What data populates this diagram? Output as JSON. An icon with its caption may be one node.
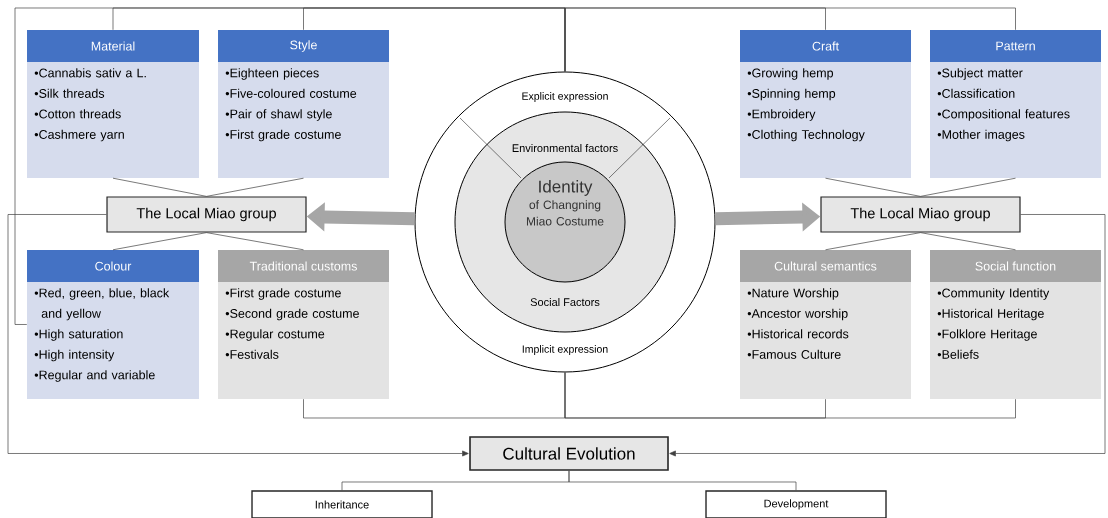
{
  "diagram": {
    "nodes": [
      {
        "text": [
          "Material",
          "•Cannabis sativ a L.",
          "•Silk threads",
          "•Cotton threads",
          "•Cashmere yarn"
        ]
      },
      {
        "text": [
          "Style",
          "•Eighteen pieces",
          "•Five-coloured costume",
          "•Pair of shawl style",
          "•First grade costume"
        ]
      },
      {
        "text": [
          "Craft",
          "•Growing hemp",
          "•Spinning hemp",
          "•Embroidery",
          "•Clothing Technology"
        ]
      },
      {
        "text": [
          "Pattern",
          "•Subject matter",
          "•Classification",
          "•Compositional features",
          "•Mother images"
        ]
      },
      {
        "text": [
          "The Local Miao group"
        ]
      },
      {
        "text": [
          "The Local Miao group"
        ]
      },
      {
        "text": [
          "Colour",
          "•Red, green, blue, black and yellow",
          "•High saturation",
          "•High intensity",
          "•Regular and variable"
        ]
      },
      {
        "text": [
          "Traditional customs",
          "•First grade costume",
          "•Second grade costume",
          "•Regular costume",
          "•Festivals"
        ]
      },
      {
        "text": [
          "Cultural semantics",
          "•Nature Worship",
          "•Ancestor worship",
          "•Historical records",
          "•Famous Culture"
        ]
      },
      {
        "text": [
          "Social function",
          "•Community Identity",
          "•Historical Heritage",
          "•Folklore Heritage",
          "•Beliefs"
        ]
      },
      {
        "text": [
          "Explicit expression",
          "Implicit expression"
        ]
      },
      {
        "text": [
          "Environmental factors",
          "Social Factors"
        ],
        "in": 10
      },
      {
        "text": [
          "Identity",
          "of Changning Miao Costume"
        ],
        "in": 11
      },
      {
        "text": [
          "Cultural Evolution"
        ]
      },
      {
        "text": [
          "Inheritance"
        ]
      },
      {
        "text": [
          "Development"
        ]
      }
    ],
    "edges": [
      {
        "from": 10,
        "to": 0,
        "arrow": "none"
      },
      {
        "from": 10,
        "to": 1,
        "arrow": "none"
      },
      {
        "from": 10,
        "to": 2,
        "arrow": "none"
      },
      {
        "from": 10,
        "to": 3,
        "arrow": "none"
      },
      {
        "from": 10,
        "to": 6,
        "arrow": "none"
      },
      {
        "from": 10,
        "to": 7,
        "arrow": "none"
      },
      {
        "from": 10,
        "to": 8,
        "arrow": "none"
      },
      {
        "from": 10,
        "to": 9,
        "arrow": "none"
      },
      {
        "from": 0,
        "to": 4,
        "arrow": "none"
      },
      {
        "from": 1,
        "to": 4,
        "arrow": "none"
      },
      {
        "from": 4,
        "to": 6,
        "arrow": "none"
      },
      {
        "from": 4,
        "to": 7,
        "arrow": "none"
      },
      {
        "from": 2,
        "to": 5,
        "arrow": "none"
      },
      {
        "from": 3,
        "to": 5,
        "arrow": "none"
      },
      {
        "from": 5,
        "to": 8,
        "arrow": "none"
      },
      {
        "from": 5,
        "to": 9,
        "arrow": "none"
      },
      {
        "from": 10,
        "to": 4,
        "arrow": "to",
        "style": "thick",
        "color": "#a6a6a6"
      },
      {
        "from": 10,
        "to": 5,
        "arrow": "to",
        "style": "thick",
        "color": "#a6a6a6"
      },
      {
        "from": 4,
        "to": 13,
        "arrow": "to"
      },
      {
        "from": 5,
        "to": 13,
        "arrow": "to"
      },
      {
        "from": 13,
        "to": 14,
        "arrow": "none"
      },
      {
        "from": 13,
        "to": 15,
        "arrow": "none"
      }
    ]
  }
}
